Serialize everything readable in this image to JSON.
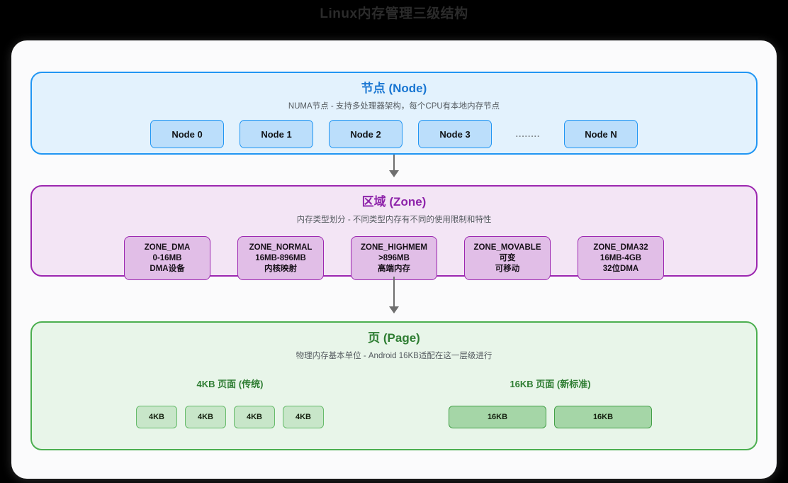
{
  "title": "Linux内存管理三级结构",
  "levels": {
    "node": {
      "title": "节点 (Node)",
      "subtitle": "NUMA节点 - 支持多处理器架构，每个CPU有本地内存节点",
      "accent": "#1976d2",
      "border": "#2196f3",
      "background": "#e3f2fd",
      "boxes": [
        {
          "label": "Node 0"
        },
        {
          "label": "Node 1"
        },
        {
          "label": "Node 2"
        },
        {
          "label": "Node 3"
        }
      ],
      "ellipsis": "........",
      "last_box": {
        "label": "Node N"
      }
    },
    "zone": {
      "title": "区域 (Zone)",
      "subtitle": "内存类型划分 - 不同类型内存有不同的使用限制和特性",
      "accent": "#8e24aa",
      "border": "#9c27b0",
      "background": "#f3e5f5",
      "boxes": [
        {
          "name": "ZONE_DMA",
          "range": "0-16MB",
          "desc": "DMA设备"
        },
        {
          "name": "ZONE_NORMAL",
          "range": "16MB-896MB",
          "desc": "内核映射"
        },
        {
          "name": "ZONE_HIGHMEM",
          "range": ">896MB",
          "desc": "高端内存"
        },
        {
          "name": "ZONE_MOVABLE",
          "range": "可变",
          "desc": "可移动"
        },
        {
          "name": "ZONE_DMA32",
          "range": "16MB-4GB",
          "desc": "32位DMA"
        }
      ]
    },
    "page": {
      "title": "页 (Page)",
      "subtitle": "物理内存基本单位 - Android 16KB适配在这一层级进行",
      "accent": "#2e7d32",
      "border": "#4caf50",
      "background": "#e8f5e9",
      "groups": [
        {
          "label": "4KB 页面 (传统)",
          "boxes": [
            {
              "label": "4KB"
            },
            {
              "label": "4KB"
            },
            {
              "label": "4KB"
            },
            {
              "label": "4KB"
            }
          ]
        },
        {
          "label": "16KB 页面 (新标准)",
          "boxes": [
            {
              "label": "16KB"
            },
            {
              "label": "16KB"
            }
          ]
        }
      ]
    }
  }
}
